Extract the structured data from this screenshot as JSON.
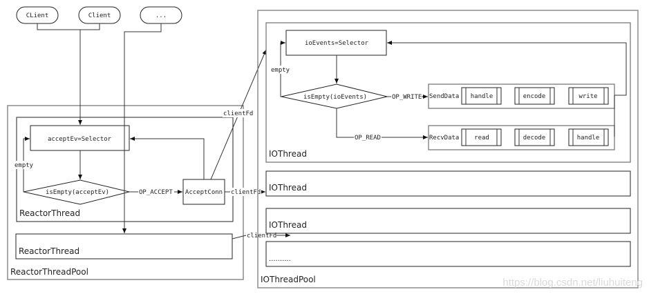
{
  "clients": [
    {
      "label": "CLient"
    },
    {
      "label": "Client"
    },
    {
      "label": "..."
    }
  ],
  "reactor_pool": {
    "title": "ReactorThreadPool",
    "threads": [
      {
        "title": "ReactorThread",
        "selector": "acceptEv=Selector",
        "decision": "isEmpty(acceptEv)",
        "empty_label": "empty",
        "accept_label": "OP_ACCEPT",
        "handler": "AcceptConn"
      },
      {
        "title": "ReactorThread"
      }
    ]
  },
  "edges": {
    "client_fd_1": "clientFd",
    "client_fd_2": "clientFd",
    "client_fd_3": "clientFd"
  },
  "io_pool": {
    "title": "IOThreadPool",
    "threads": [
      {
        "title": "IOThread",
        "selector": "ioEvents=Selector",
        "decision": "isEmpty(ioEvents)",
        "empty_label": "empty",
        "write_label": "OP_WRITE",
        "read_label": "OP_READ",
        "send": {
          "label": "SendData",
          "steps": [
            "handle",
            "encode",
            "write"
          ]
        },
        "recv": {
          "label": "RecvData",
          "steps": [
            "read",
            "decode",
            "handle"
          ]
        }
      },
      {
        "title": "IOThread"
      },
      {
        "title": "IOThread"
      },
      {
        "title": ".........."
      }
    ]
  },
  "watermark": "https://blog.csdn.net/liuhuiteng"
}
